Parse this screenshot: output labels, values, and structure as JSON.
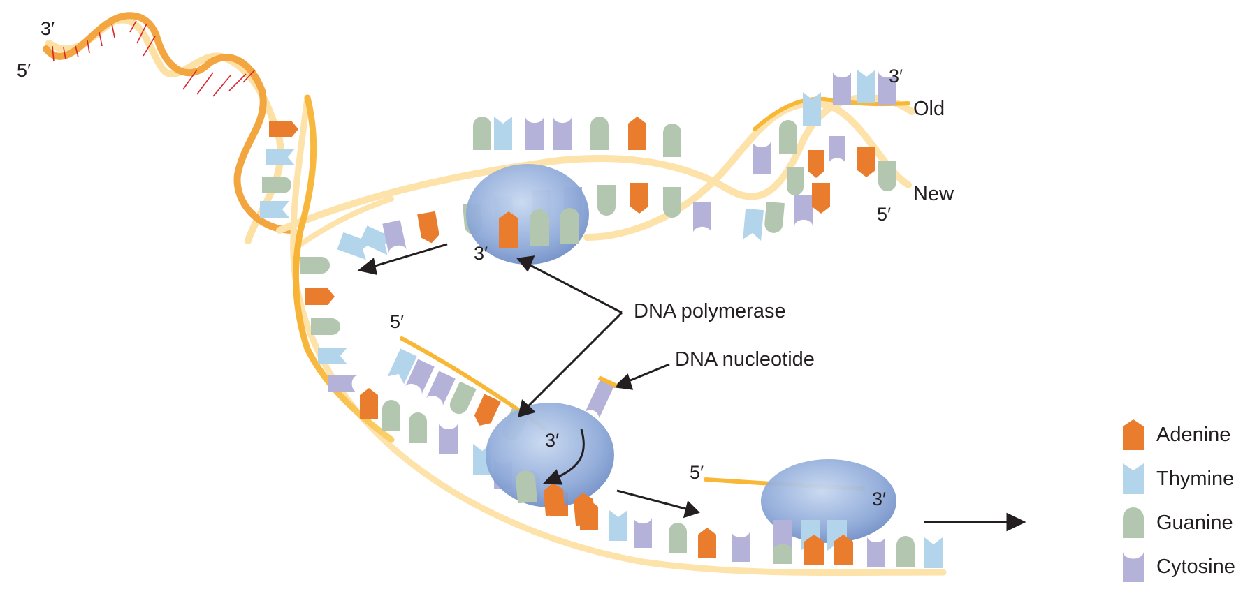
{
  "strand_ends": {
    "top_left_3": "3′",
    "top_left_5": "5′",
    "right_3": "3′",
    "right_5": "5′",
    "leading_3": "3′",
    "lagging_a_5": "5′",
    "lagging_a_3": "3′",
    "lagging_b_5": "5′",
    "lagging_b_3": "3′"
  },
  "strand_labels": {
    "old": "Old",
    "new": "New"
  },
  "callouts": {
    "polymerase": "DNA polymerase",
    "nucleotide": "DNA nucleotide"
  },
  "legend": {
    "items": [
      {
        "label": "Adenine",
        "icon": "adenine-icon",
        "color": "#ea7d2d"
      },
      {
        "label": "Thymine",
        "icon": "thymine-icon",
        "color": "#b3d5ec"
      },
      {
        "label": "Guanine",
        "icon": "guanine-icon",
        "color": "#b3c6b0"
      },
      {
        "label": "Cytosine",
        "icon": "cytosine-icon",
        "color": "#b4b2d8"
      }
    ]
  },
  "colors": {
    "backbone_old": "#f8b734",
    "backbone_pale": "#fde2a9",
    "backbone_orange": "#f4a23f",
    "polymerase": "#8fa9d9",
    "parental_bonds": "#d8262e",
    "arrow": "#231f20"
  }
}
